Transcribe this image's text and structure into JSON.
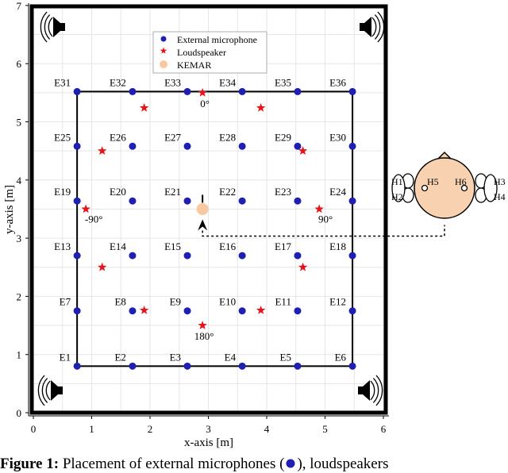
{
  "chart_data": {
    "type": "scatter",
    "xlabel": "x-axis [m]",
    "ylabel": "y-axis [m]",
    "xlim": [
      0,
      6
    ],
    "ylim": [
      0,
      7
    ],
    "xticks": [
      "0",
      "1",
      "2",
      "3",
      "4",
      "5",
      "6"
    ],
    "yticks": [
      "0",
      "1",
      "2",
      "3",
      "4",
      "5",
      "6",
      "7"
    ],
    "grid": true,
    "legend_position": "top-center",
    "legend": [
      "External microphone",
      "Loudspeaker",
      "KEMAR"
    ],
    "series": [
      {
        "name": "External microphone",
        "color": "#1f1fb4",
        "points": [
          {
            "label": "E1",
            "x": 0.75,
            "y": 0.8
          },
          {
            "label": "E2",
            "x": 1.7,
            "y": 0.8
          },
          {
            "label": "E3",
            "x": 2.64,
            "y": 0.8
          },
          {
            "label": "E4",
            "x": 3.58,
            "y": 0.8
          },
          {
            "label": "E5",
            "x": 4.53,
            "y": 0.8
          },
          {
            "label": "E6",
            "x": 5.47,
            "y": 0.8
          },
          {
            "label": "E7",
            "x": 0.75,
            "y": 1.75
          },
          {
            "label": "E8",
            "x": 1.7,
            "y": 1.75
          },
          {
            "label": "E9",
            "x": 2.64,
            "y": 1.75
          },
          {
            "label": "E10",
            "x": 3.58,
            "y": 1.75
          },
          {
            "label": "E11",
            "x": 4.53,
            "y": 1.75
          },
          {
            "label": "E12",
            "x": 5.47,
            "y": 1.75
          },
          {
            "label": "E13",
            "x": 0.75,
            "y": 2.7
          },
          {
            "label": "E14",
            "x": 1.7,
            "y": 2.7
          },
          {
            "label": "E15",
            "x": 2.64,
            "y": 2.7
          },
          {
            "label": "E16",
            "x": 3.58,
            "y": 2.7
          },
          {
            "label": "E17",
            "x": 4.53,
            "y": 2.7
          },
          {
            "label": "E18",
            "x": 5.47,
            "y": 2.7
          },
          {
            "label": "E19",
            "x": 0.75,
            "y": 3.64
          },
          {
            "label": "E20",
            "x": 1.7,
            "y": 3.64
          },
          {
            "label": "E21",
            "x": 2.64,
            "y": 3.64
          },
          {
            "label": "E22",
            "x": 3.58,
            "y": 3.64
          },
          {
            "label": "E23",
            "x": 4.53,
            "y": 3.64
          },
          {
            "label": "E24",
            "x": 5.47,
            "y": 3.64
          },
          {
            "label": "E25",
            "x": 0.75,
            "y": 4.58
          },
          {
            "label": "E26",
            "x": 1.7,
            "y": 4.58
          },
          {
            "label": "E27",
            "x": 2.64,
            "y": 4.58
          },
          {
            "label": "E28",
            "x": 3.58,
            "y": 4.58
          },
          {
            "label": "E29",
            "x": 4.53,
            "y": 4.58
          },
          {
            "label": "E30",
            "x": 5.47,
            "y": 4.58
          },
          {
            "label": "E31",
            "x": 0.75,
            "y": 5.52
          },
          {
            "label": "E32",
            "x": 1.7,
            "y": 5.52
          },
          {
            "label": "E33",
            "x": 2.64,
            "y": 5.52
          },
          {
            "label": "E34",
            "x": 3.58,
            "y": 5.52
          },
          {
            "label": "E35",
            "x": 4.53,
            "y": 5.52
          },
          {
            "label": "E36",
            "x": 5.47,
            "y": 5.52
          }
        ]
      },
      {
        "name": "Loudspeaker",
        "color": "#e8141b",
        "points": [
          {
            "label": "0°",
            "x": 2.9,
            "y": 5.5
          },
          {
            "label": "",
            "x": 3.9,
            "y": 5.24
          },
          {
            "label": "90°",
            "x": 4.9,
            "y": 3.5
          },
          {
            "label": "",
            "x": 4.62,
            "y": 4.5
          },
          {
            "label": "",
            "x": 4.62,
            "y": 2.5
          },
          {
            "label": "",
            "x": 3.9,
            "y": 1.76
          },
          {
            "label": "180°",
            "x": 2.9,
            "y": 1.5
          },
          {
            "label": "",
            "x": 1.9,
            "y": 1.76
          },
          {
            "label": "",
            "x": 1.18,
            "y": 2.5
          },
          {
            "label": "-90°",
            "x": 0.9,
            "y": 3.5
          },
          {
            "label": "",
            "x": 1.18,
            "y": 4.5
          },
          {
            "label": "",
            "x": 1.9,
            "y": 5.24
          }
        ]
      },
      {
        "name": "KEMAR",
        "color": "#f8c9a0",
        "points": [
          {
            "label": "",
            "x": 2.9,
            "y": 3.5
          }
        ]
      }
    ],
    "annotations": [
      "H1",
      "H2",
      "H3",
      "H4",
      "H5",
      "H6"
    ]
  },
  "caption": {
    "bold": "Figure 1:",
    "text": " Placement of external microphones (",
    "text2": "), loudspeakers"
  }
}
